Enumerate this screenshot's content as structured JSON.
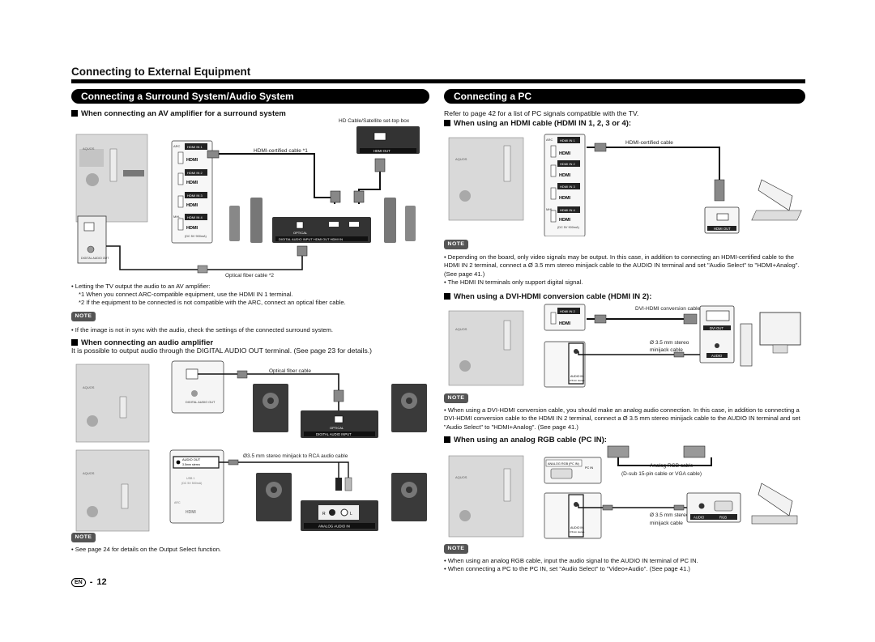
{
  "page": {
    "title": "Connecting to External Equipment",
    "page_number": "12",
    "lang_badge": "EN",
    "page_sep": "-"
  },
  "left": {
    "section_title": "Connecting a Surround System/Audio System",
    "av_heading": "When connecting an AV amplifier for a surround system",
    "fig1": {
      "settop_label": "HD Cable/Satellite set-top box",
      "hdmi_cable": "HDMI-certified cable *1",
      "optical_cable": "Optical fiber cable *2",
      "hdmi_out": "HDMI OUT",
      "optical": "OPTICAL",
      "amp_ports": "DIGITAL AUDIO INPUT  HDMI OUT  HDMI IN",
      "aquos": "AQUOS",
      "arc": "ARC",
      "hdmi_in_1": "HDMI IN 1",
      "hdmi_in_2": "HDMI IN 2",
      "hdmi_in_3": "HDMI IN 3",
      "hdmi_in_4": "HDMI IN 4",
      "mhl": "MHL",
      "hdmi_logo": "HDMI",
      "dc": "(DC 5V 900mA)",
      "digital_audio_out": "DIGITAL AUDIO OUT"
    },
    "bullet1": "• Letting the TV output the audio to an AV amplifier:",
    "footnote1": "*1 When you connect ARC-compatible equipment, use the HDMI IN 1 terminal.",
    "footnote2": "*2 If the equipment to be connected is not compatible with the ARC, connect an optical fiber cable.",
    "note1_label": "NOTE",
    "note1_text": "• If the image is not in sync with the audio, check the settings of the connected surround system.",
    "audio_amp_heading": "When connecting an audio amplifier",
    "audio_amp_text": "It is possible to output audio through the DIGITAL AUDIO OUT terminal. (See page 23 for details.)",
    "fig2": {
      "optical_cable": "Optical fiber cable",
      "optical": "OPTICAL",
      "digital_audio_input": "DIGITAL AUDIO INPUT",
      "aquos": "AQUOS",
      "digital_audio_out": "DIGITAL AUDIO OUT"
    },
    "fig3": {
      "cable": "Ø3.5 mm stereo minijack to RCA audio cable",
      "audio_out": "AUDIO OUT",
      "stereo": "3.5mm stereo",
      "analog_audio_in": "ANALOG AUDIO IN",
      "r": "R",
      "l": "L",
      "aquos": "AQUOS",
      "usb": "USB 1",
      "dc": "(DC 5V 500mA)",
      "arc": "ARC",
      "hdmi_logo": "HDMI"
    },
    "note2_label": "NOTE",
    "note2_text": "• See page 24 for details on the Output Select function."
  },
  "right": {
    "section_title": "Connecting a PC",
    "intro": "Refer to page 42 for a list of PC signals compatible with the TV.",
    "hdmi_heading": "When using an HDMI cable (HDMI IN 1, 2, 3 or 4):",
    "fig4": {
      "hdmi_cable": "HDMI-certified cable",
      "hdmi_out": "HDMI OUT",
      "aquos": "AQUOS",
      "arc": "ARC",
      "hdmi_in_1": "HDMI IN 1",
      "hdmi_in_2": "HDMI IN 2",
      "hdmi_in_3": "HDMI IN 3",
      "hdmi_in_4": "HDMI IN 4",
      "mhl": "MHL",
      "hdmi_logo": "HDMI",
      "dc": "(DC 5V 900mA)"
    },
    "note3_label": "NOTE",
    "note3_b1": "• Depending on the board, only video signals may be output. In this case, in addition to connecting an HDMI-certified cable to the HDMI IN 2 terminal, connect a Ø 3.5 mm stereo minijack cable to the AUDIO IN terminal and set \"Audio Select\" to \"HDMI+Analog\". (See page 41.)",
    "note3_b2": "• The HDMI IN terminals only support digital signal.",
    "dvi_heading": "When using a DVI-HDMI conversion cable (HDMI IN 2):",
    "fig5": {
      "dvi_cable": "DVI-HDMI conversion cable",
      "minijack": "Ø 3.5 mm stereo",
      "minijack2": "minijack cable",
      "dvi_out": "DVI OUT",
      "audio": "AUDIO",
      "hdmi_in_2": "HDMI IN 2",
      "hdmi_logo": "HDMI",
      "aquos": "AQUOS",
      "audio_in": "AUDIO IN",
      "audio_in_sub": "3.5mm stereo"
    },
    "note4_label": "NOTE",
    "note4_text": "• When using a DVI-HDMI conversion cable, you should make an analog audio connection. In this case, in addition to connecting a DVI-HDMI conversion cable to the HDMI IN 2 terminal, connect a Ø 3.5 mm stereo minijack cable to the AUDIO IN terminal and set \"Audio Select\" to \"HDMI+Analog\". (See page 41.)",
    "rgb_heading": "When using an analog RGB cable (PC IN):",
    "fig6": {
      "rgb_cable": "Analog RGB cable",
      "rgb_cable2": "(D-sub 15-pin cable or VGA cable)",
      "minijack": "Ø 3.5 mm stereo",
      "minijack2": "minijack cable",
      "analog_rgb": "ANALOG RGB (PC IN)",
      "pc_in": "PC IN",
      "audio": "AUDIO",
      "rgb": "RGB",
      "aquos": "AQUOS",
      "audio_in": "AUDIO IN",
      "audio_in_sub": "3.5mm stereo"
    },
    "note5_label": "NOTE",
    "note5_b1": "• When using an analog RGB cable, input the audio signal to the AUDIO IN terminal of PC IN.",
    "note5_b2": "• When connecting a PC to the PC IN, set \"Audio Select\" to \"Video+Audio\". (See page 41.)"
  }
}
